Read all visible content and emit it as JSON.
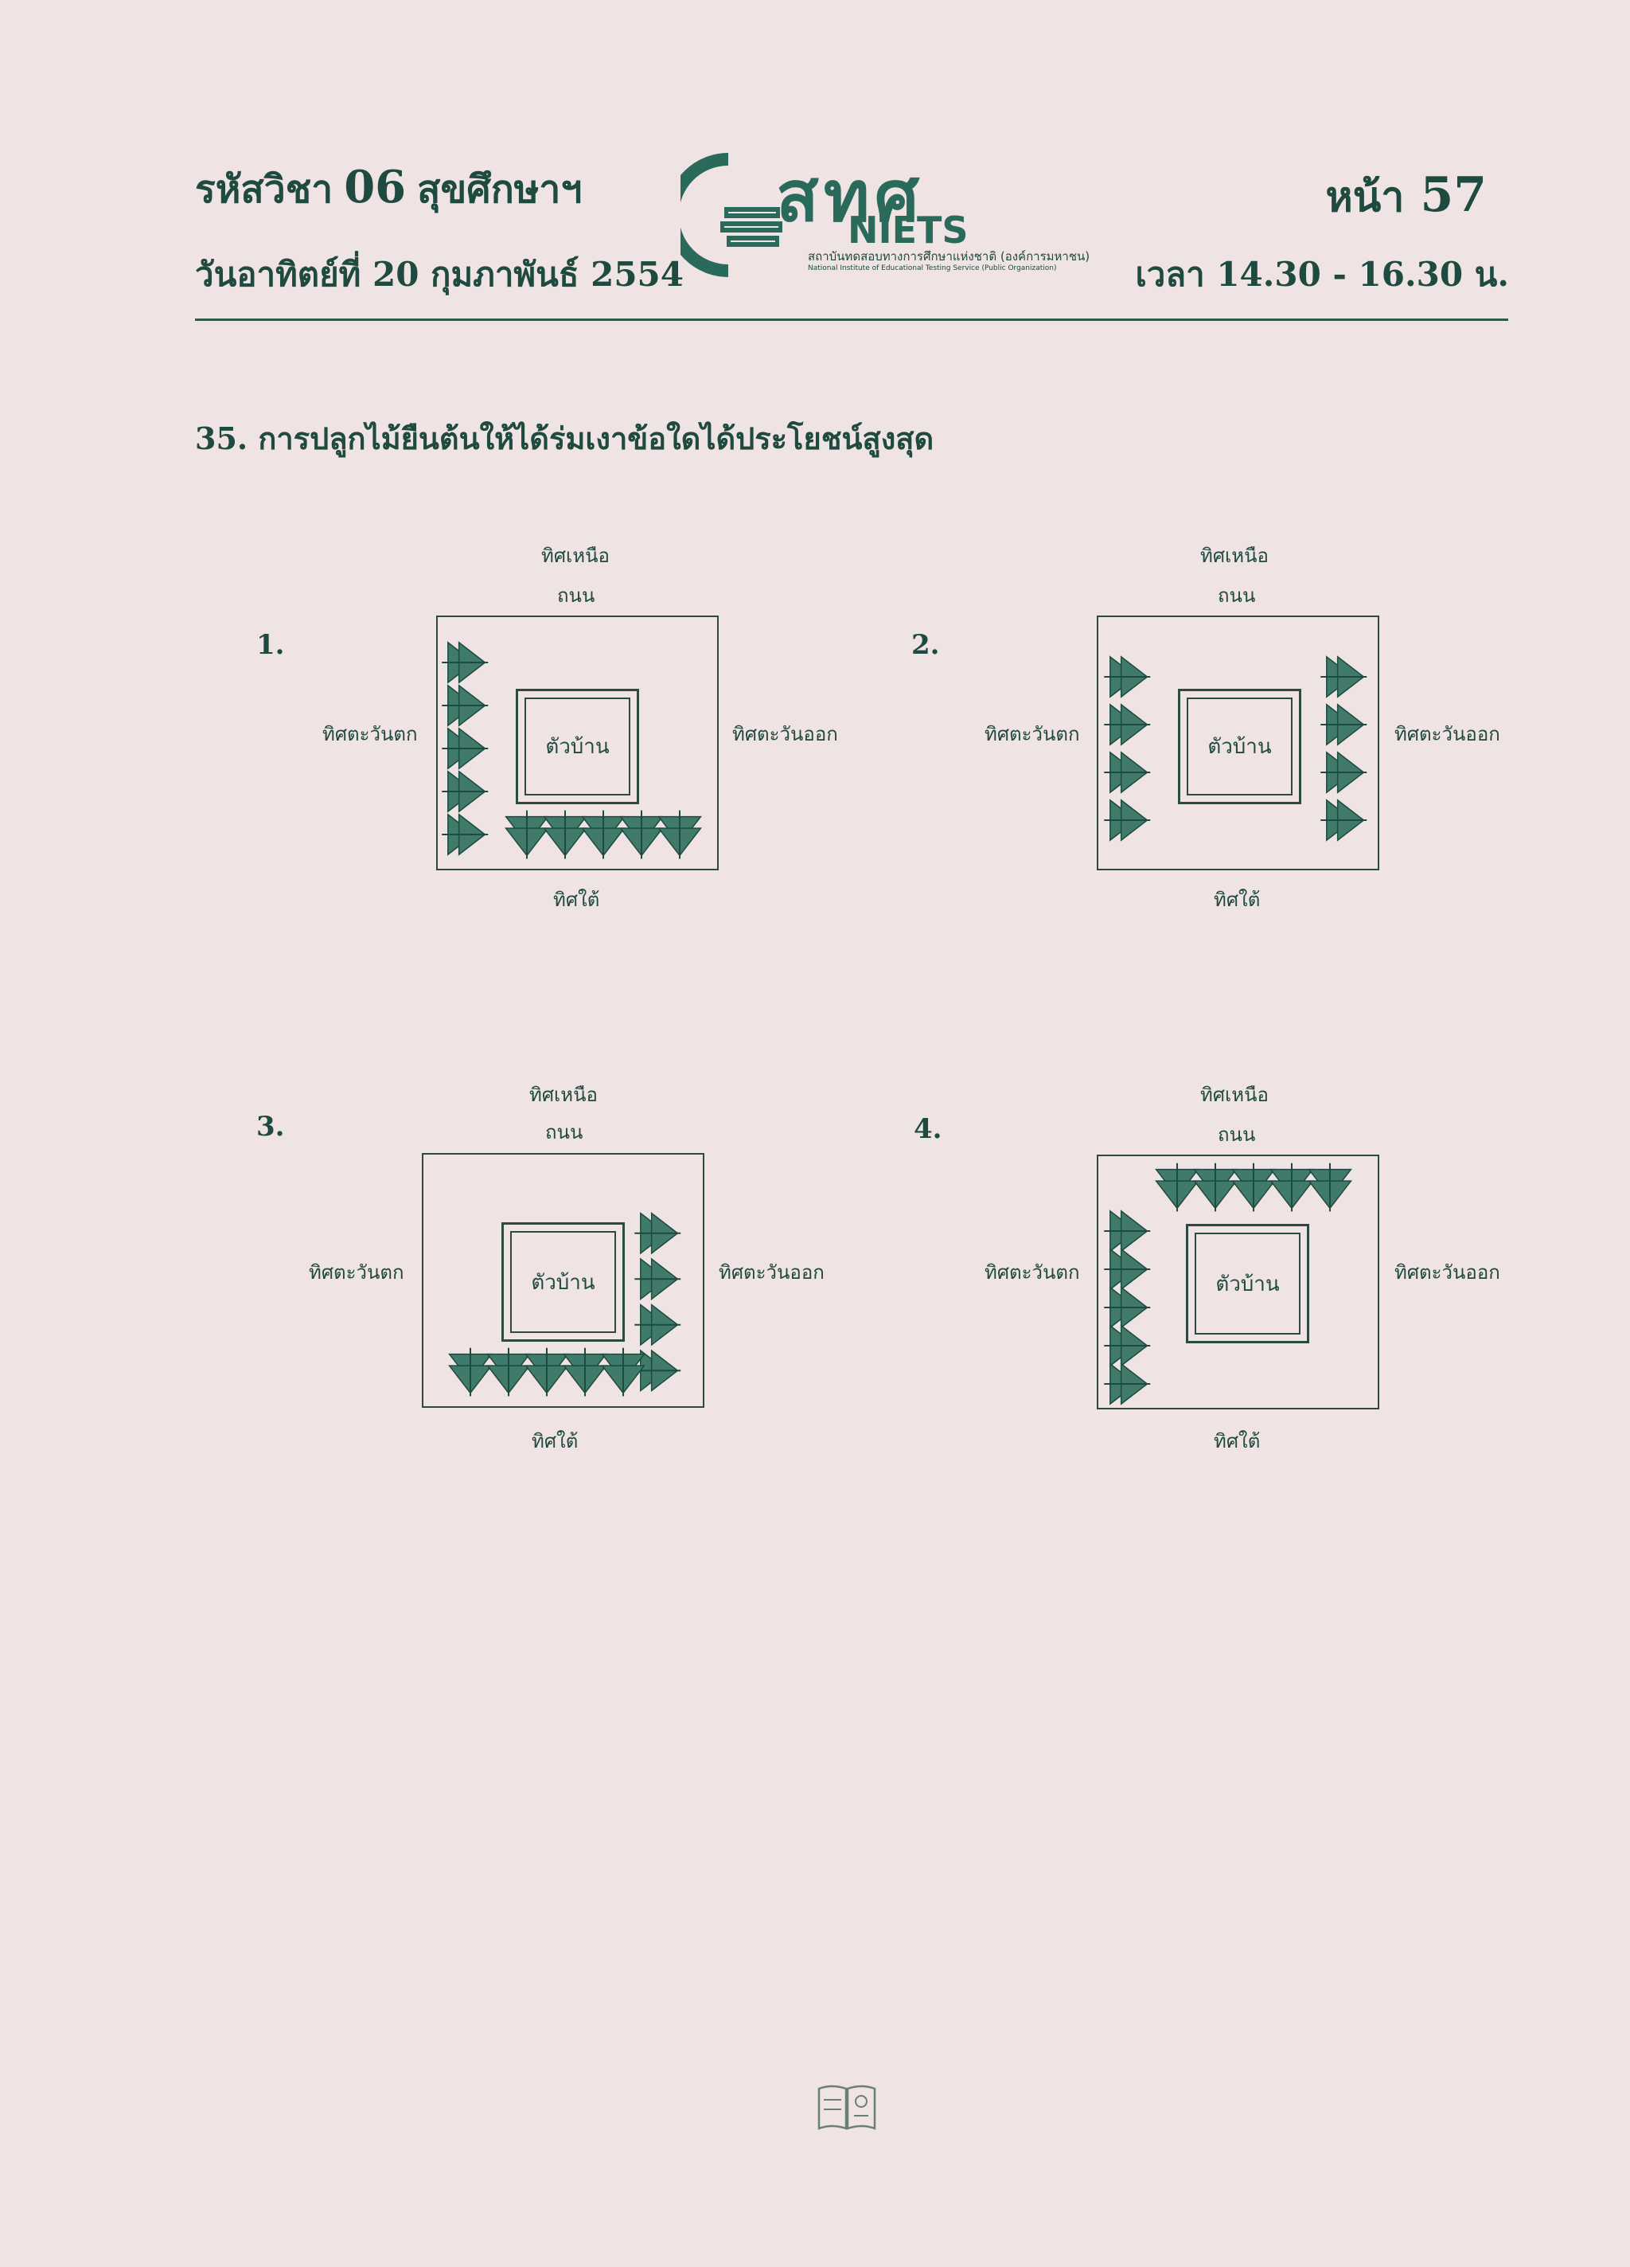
{
  "header": {
    "subject_prefix": "รหัสวิชา",
    "subject_code": "06",
    "subject_name": "สุขศึกษาฯ",
    "page_label": "หน้า",
    "page_number": "57",
    "date": "วันอาทิตย์ที่ 20 กุมภาพันธ์ 2554",
    "time": "เวลา 14.30 - 16.30 น."
  },
  "logo": {
    "thai_abbr": "สทศ",
    "english_abbr": "NIETS",
    "full_name_th": "สถาบันทดสอบทางการศึกษาแห่งชาติ (องค์การมหาชน)",
    "full_name_en": "National Institute of Educational Testing Service (Public Organization)"
  },
  "question": {
    "text": "35. การปลูกไม้ยืนต้นให้ได้ร่มเงาข้อใดได้ประโยชน์สูงสุด"
  },
  "options": [
    {
      "number": "1.",
      "north": "ทิศเหนือ",
      "road": "ถนน",
      "west": "ทิศตะวันตก",
      "east": "ทิศตะวันออก",
      "south": "ทิศใต้",
      "house": "ตัวบ้าน"
    },
    {
      "number": "2.",
      "north": "ทิศเหนือ",
      "road": "ถนน",
      "west": "ทิศตะวันตก",
      "east": "ทิศตะวันออก",
      "south": "ทิศใต้",
      "house": "ตัวบ้าน"
    },
    {
      "number": "3.",
      "north": "ทิศเหนือ",
      "road": "ถนน",
      "west": "ทิศตะวันตก",
      "east": "ทิศตะวันออก",
      "south": "ทิศใต้",
      "house": "ตัวบ้าน"
    },
    {
      "number": "4.",
      "north": "ทิศเหนือ",
      "road": "ถนน",
      "west": "ทิศตะวันตก",
      "east": "ทิศตะวันออก",
      "south": "ทิศใต้",
      "house": "ตัวบ้าน"
    }
  ],
  "colors": {
    "ink": "#1f4a3f",
    "tree": "#3f7a6a",
    "paper": "#efe3e3"
  }
}
